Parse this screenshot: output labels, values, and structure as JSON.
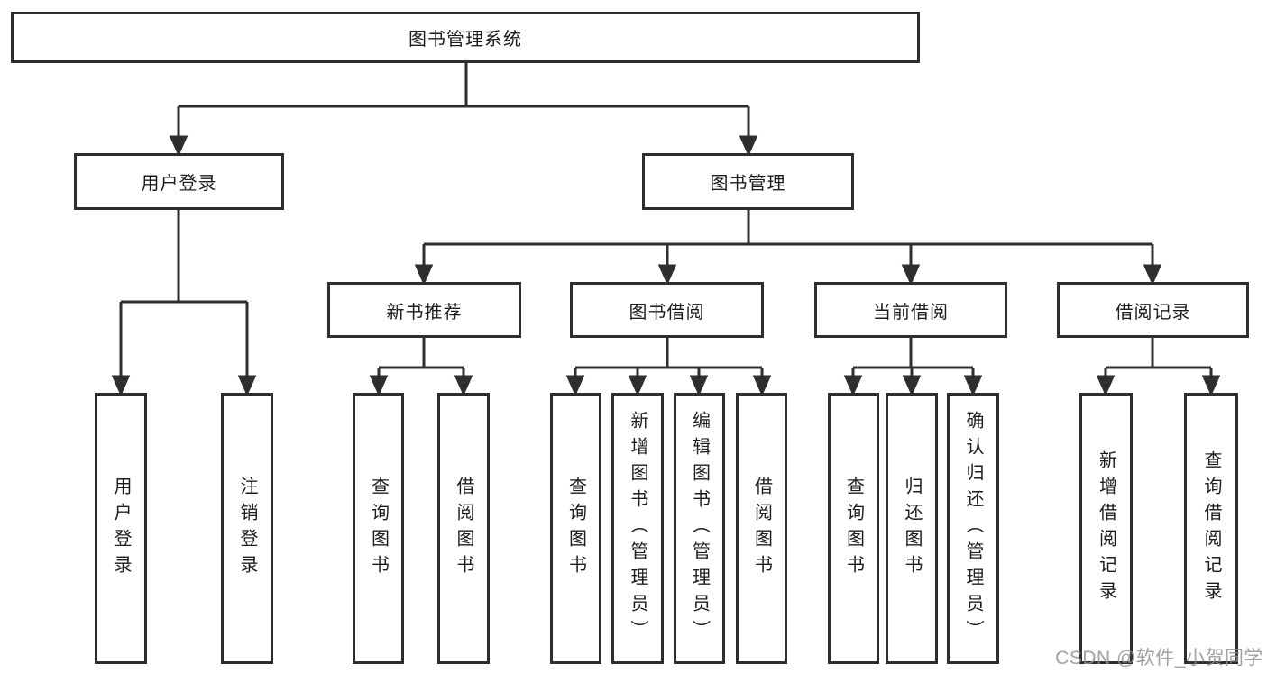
{
  "colors": {
    "line": "#2e2e2e",
    "text": "#1d1d1d",
    "background": "#ffffff",
    "watermark": "#949091"
  },
  "watermark": {
    "text": "CSDN @软件_小贺同学"
  },
  "tree": {
    "label": "图书管理系统",
    "children": [
      {
        "label": "用户登录",
        "children": [
          {
            "label": "用户登录"
          },
          {
            "label": "注销登录"
          }
        ]
      },
      {
        "label": "图书管理",
        "children": [
          {
            "label": "新书推荐",
            "children": [
              {
                "label": "查询图书"
              },
              {
                "label": "借阅图书"
              }
            ]
          },
          {
            "label": "图书借阅",
            "children": [
              {
                "label": "查询图书"
              },
              {
                "label": "新增图书（管理员）"
              },
              {
                "label": "编辑图书（管理员）"
              },
              {
                "label": "借阅图书"
              }
            ]
          },
          {
            "label": "当前借阅",
            "children": [
              {
                "label": "查询图书"
              },
              {
                "label": "归还图书"
              },
              {
                "label": "确认归还（管理员）"
              }
            ]
          },
          {
            "label": "借阅记录",
            "children": [
              {
                "label": "新增借阅记录"
              },
              {
                "label": "查询借阅记录"
              }
            ]
          }
        ]
      }
    ]
  }
}
